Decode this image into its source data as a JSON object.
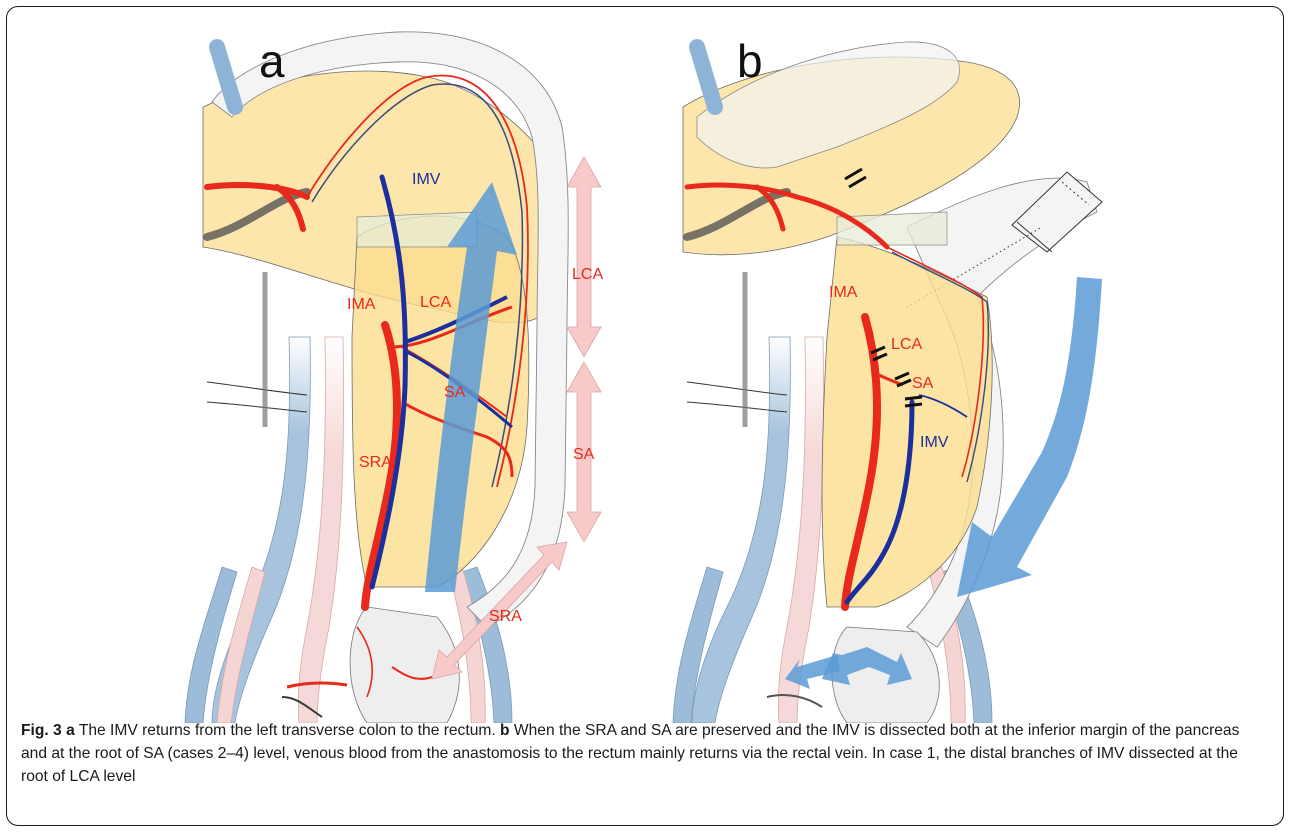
{
  "figure": {
    "panel_a": {
      "letter": "a",
      "labels": {
        "imv": "IMV",
        "ima": "IMA",
        "lca": "LCA",
        "sa": "SA",
        "sra": "SRA"
      },
      "range_labels": {
        "lca": "LCA",
        "sa": "SA",
        "sra": "SRA"
      }
    },
    "panel_b": {
      "letter": "b",
      "labels": {
        "ima": "IMA",
        "lca": "LCA",
        "sa": "SA",
        "imv": "IMV"
      }
    }
  },
  "caption": {
    "fig_label": "Fig. 3",
    "a_letter": "a",
    "a_text": " The IMV returns from the left transverse colon to the rectum. ",
    "b_letter": "b",
    "b_text": " When the SRA and SA are preserved and the IMV is dissected both at the inferior margin of the pancreas and at the root of SA (cases 2–4) level, venous blood from the anastomosis to the rectum mainly returns via the rectal vein. In case 1, the distal branches of IMV dissected at the root of LCA level"
  },
  "colors": {
    "artery": "#e8291c",
    "vein": "#1b2f9e",
    "flow_arrow": "#5b9bd5",
    "range_arrow": "#f7c9c9",
    "mesentery": "#fbdd8f"
  }
}
